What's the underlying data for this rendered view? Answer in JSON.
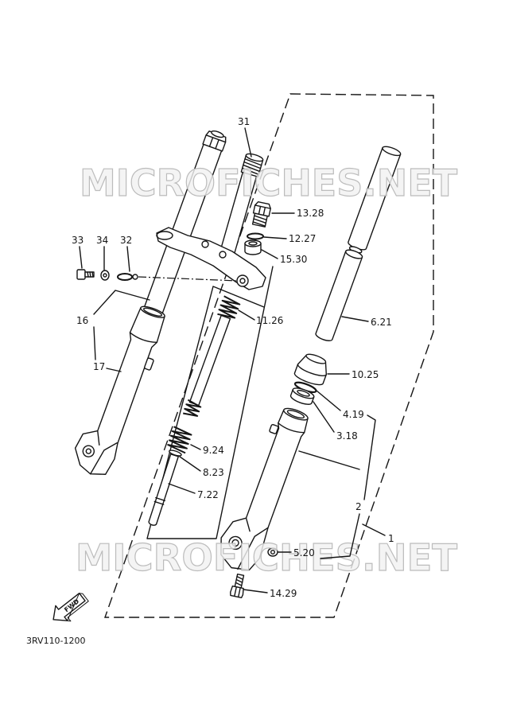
{
  "watermark": "MICROFICHES.NET",
  "diagram_code": "3RV110-1200",
  "fwd_label": "FWD",
  "callouts": {
    "c31": "31",
    "c13_28": "13.28",
    "c12_27": "12.27",
    "c15_30": "15.30",
    "c33": "33",
    "c34": "34",
    "c32": "32",
    "c16": "16",
    "c17": "17",
    "c11_26": "11.26",
    "c6_21": "6.21",
    "c10_25": "10.25",
    "c4_19": "4.19",
    "c3_18": "3.18",
    "c9_24": "9.24",
    "c8_23": "8.23",
    "c7_22": "7.22",
    "c2": "2",
    "c1": "1",
    "c5_20": "5.20",
    "c14_29": "14.29"
  }
}
